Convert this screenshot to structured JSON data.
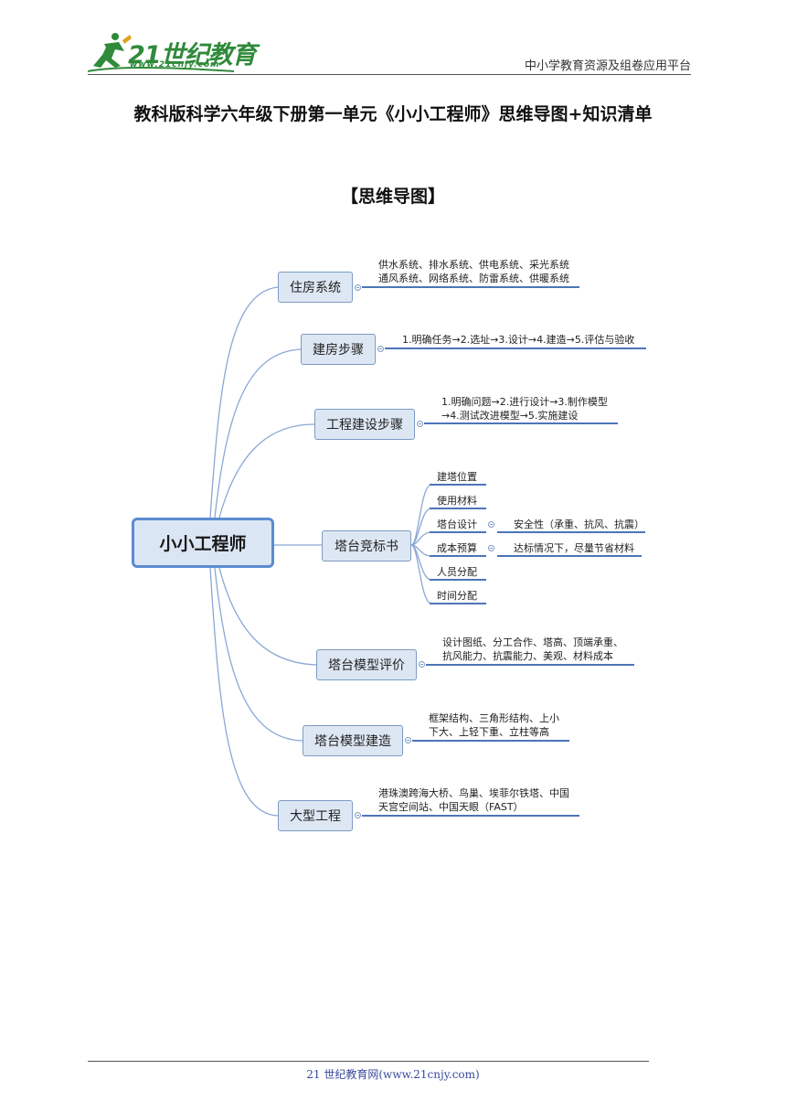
{
  "header": {
    "logo_text": "21世纪教育",
    "logo_url": "www.21cnjy.com",
    "right_text": "中小学教育资源及组卷应用平台"
  },
  "doc_title": "教科版科学六年级下册第一单元《小小工程师》思维导图+知识清单",
  "section_title": "【思维导图】",
  "mindmap": {
    "central": "小小工程师",
    "branches": [
      {
        "label": "住房系统",
        "details": [
          "供水系统、排水系统、供电系统、采光系统",
          "通风系统、网络系统、防雷系统、供暖系统"
        ]
      },
      {
        "label": "建房步骤",
        "details": [
          "1.明确任务→2.选址→3.设计→4.建造→5.评估与验收"
        ]
      },
      {
        "label": "工程建设步骤",
        "details": [
          "1.明确问题→2.进行设计→3.制作模型",
          "→4.测试改进模型→5.实施建设"
        ]
      },
      {
        "label": "塔台竞标书",
        "items": [
          {
            "label": "建塔位置"
          },
          {
            "label": "使用材料"
          },
          {
            "label": "塔台设计",
            "detail": "安全性（承重、抗风、抗震）"
          },
          {
            "label": "成本预算",
            "detail": "达标情况下，尽量节省材料"
          },
          {
            "label": "人员分配"
          },
          {
            "label": "时间分配"
          }
        ]
      },
      {
        "label": "塔台模型评价",
        "details": [
          "设计图纸、分工合作、塔高、顶端承重、",
          "抗风能力、抗震能力、美观、材料成本"
        ]
      },
      {
        "label": "塔台模型建造",
        "details": [
          "框架结构、三角形结构、上小",
          "下大、上轻下重、立柱等高"
        ]
      },
      {
        "label": "大型工程",
        "details": [
          "港珠澳跨海大桥、鸟巢、埃菲尔铁塔、中国",
          "天宫空间站、中国天眼（FAST）"
        ]
      }
    ]
  },
  "footer": {
    "text": "21 世纪教育网(www.21cnjy.com)"
  }
}
